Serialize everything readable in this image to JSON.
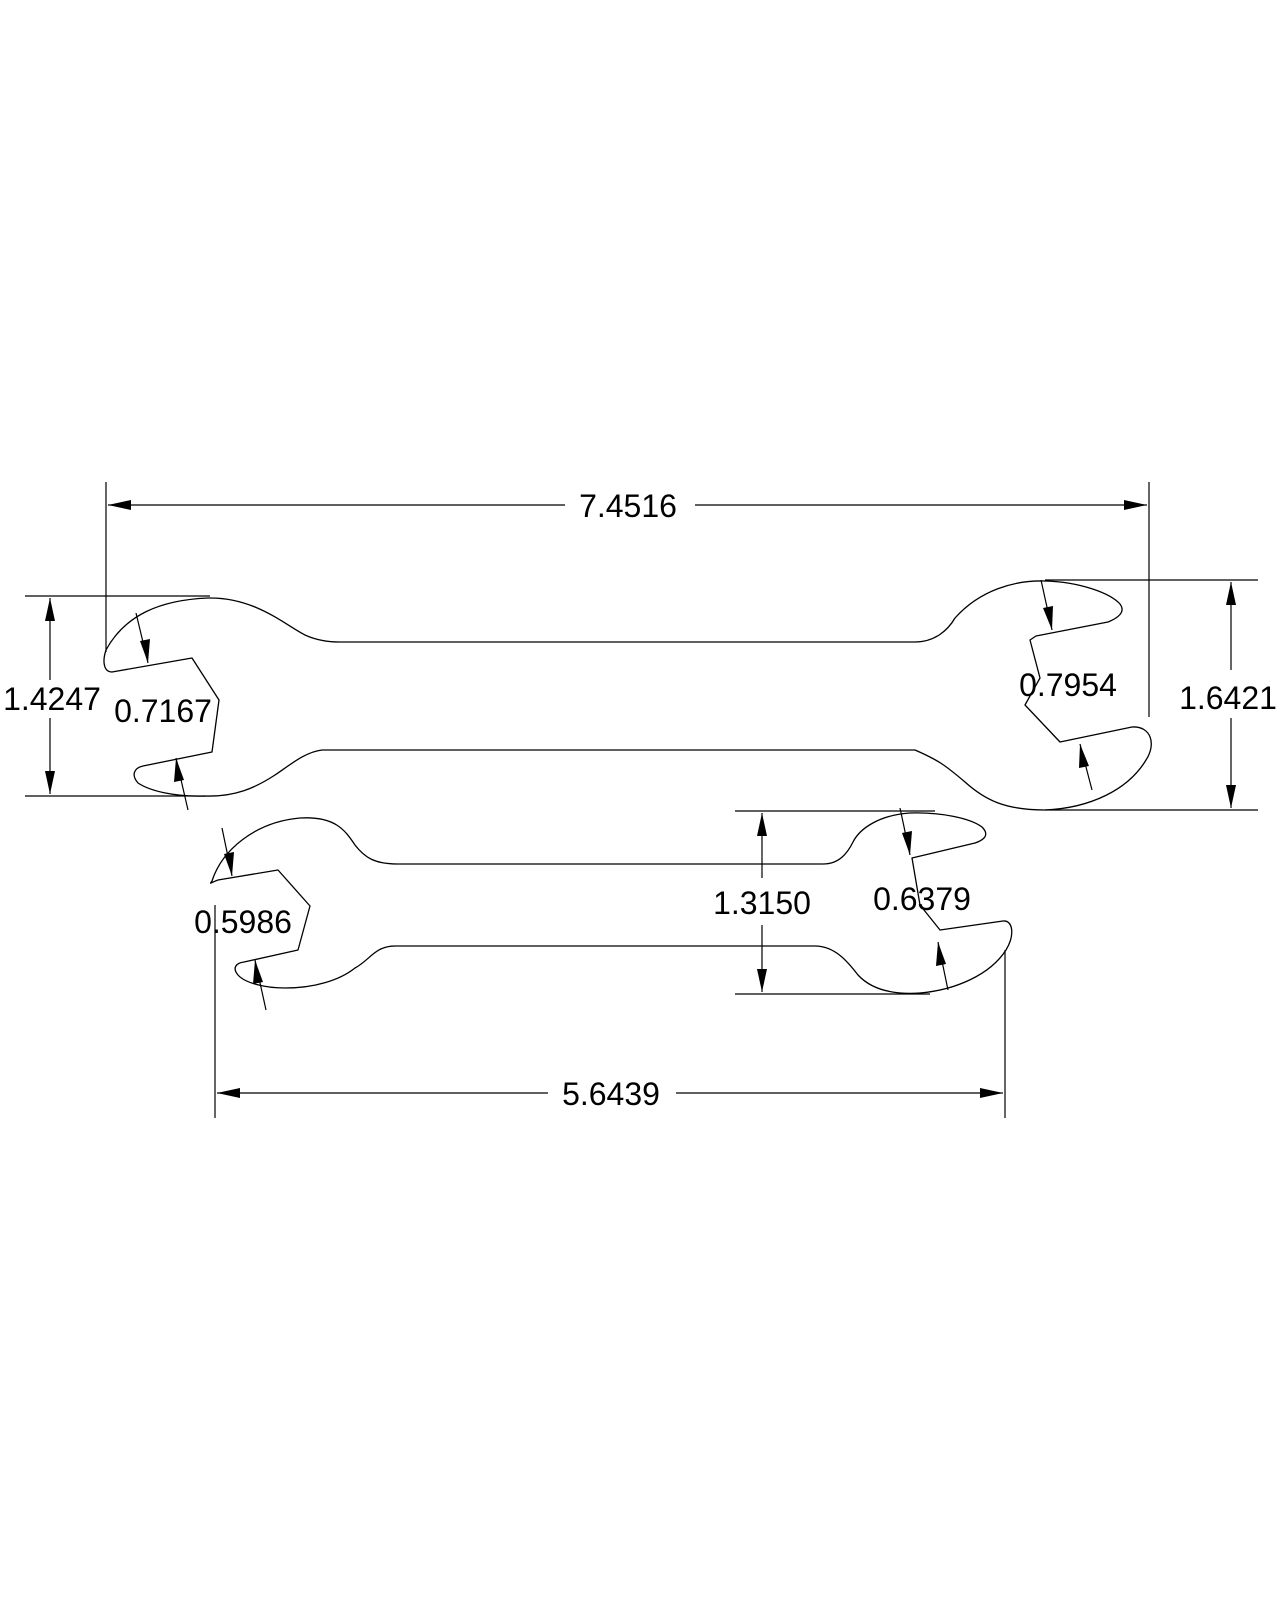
{
  "drawing": {
    "line_color": "#000000",
    "background": "#ffffff",
    "large_wrench": {
      "overall_length": "7.4516",
      "left_head_height": "1.4247",
      "left_jaw_opening": "0.7167",
      "right_jaw_opening": "0.7954",
      "right_head_height": "1.6421"
    },
    "small_wrench": {
      "left_jaw_opening": "0.5986",
      "right_head_height": "1.3150",
      "right_jaw_opening": "0.6379",
      "overall_length": "5.6439"
    }
  }
}
